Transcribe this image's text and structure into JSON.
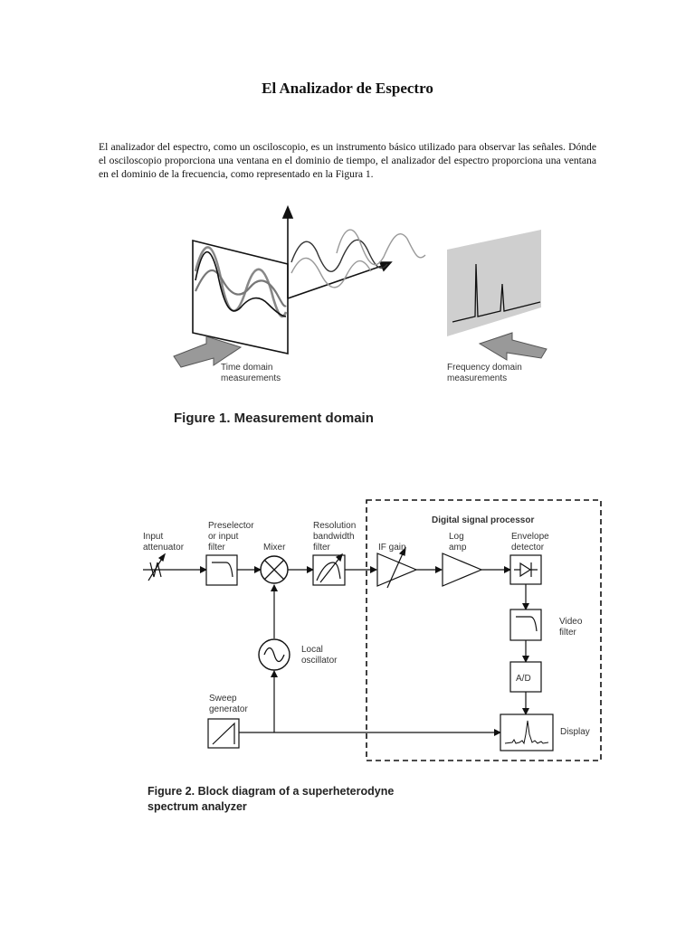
{
  "document": {
    "title": "El Analizador de Espectro",
    "intro": "El analizador del espectro, como un osciloscopio, es un instrumento básico utilizado para observar las señales. Dónde el osciloscopio proporciona una ventana en el dominio de tiempo, el analizador del espectro proporciona una ventana en el dominio de la frecuencia, como representado en la Figura 1."
  },
  "figure1": {
    "time_label_1": "Time domain",
    "time_label_2": "measurements",
    "freq_label_1": "Frequency domain",
    "freq_label_2": "measurements",
    "caption": "Figure 1. Measurement domain"
  },
  "figure2": {
    "dsp_title": "Digital signal processor",
    "input_attenuator_1": "Input",
    "input_attenuator_2": "attenuator",
    "preselector_1": "Preselector",
    "preselector_2": "or input",
    "preselector_3": "filter",
    "mixer": "Mixer",
    "rbw_1": "Resolution",
    "rbw_2": "bandwidth",
    "rbw_3": "filter",
    "if_gain": "IF gain",
    "log_amp_1": "Log",
    "log_amp_2": "amp",
    "envelope_1": "Envelope",
    "envelope_2": "detector",
    "video_filter_1": "Video",
    "video_filter_2": "filter",
    "ad": "A/D",
    "display": "Display",
    "local_osc_1": "Local",
    "local_osc_2": "oscillator",
    "sweep_1": "Sweep",
    "sweep_2": "generator",
    "caption_1": "Figure 2. Block diagram of a superheterodyne",
    "caption_2": "spectrum analyzer"
  }
}
